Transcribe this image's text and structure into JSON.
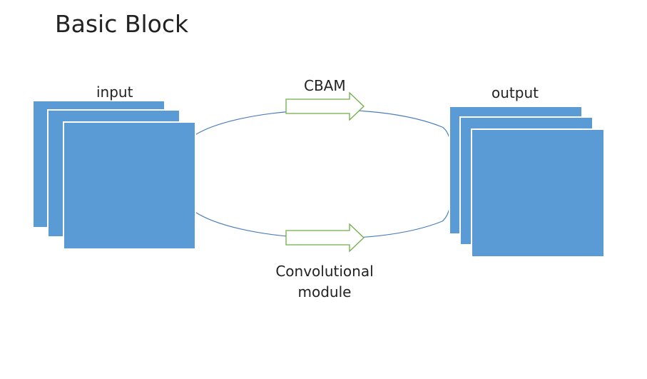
{
  "title": "Basic Block",
  "labels": {
    "input": "input",
    "output": "output",
    "cbam": "CBAM",
    "conv_line1": "Convolutional",
    "conv_line2": "module"
  },
  "colors": {
    "feature_map_fill": "#5B9BD5",
    "feature_map_stroke": "#ffffff",
    "ellipse_stroke": "#4A7EBB",
    "arrow_stroke": "#70AD47",
    "text": "#222222"
  },
  "nodes": {
    "input_stack": {
      "maps": 3
    },
    "output_stack": {
      "maps": 3
    }
  }
}
